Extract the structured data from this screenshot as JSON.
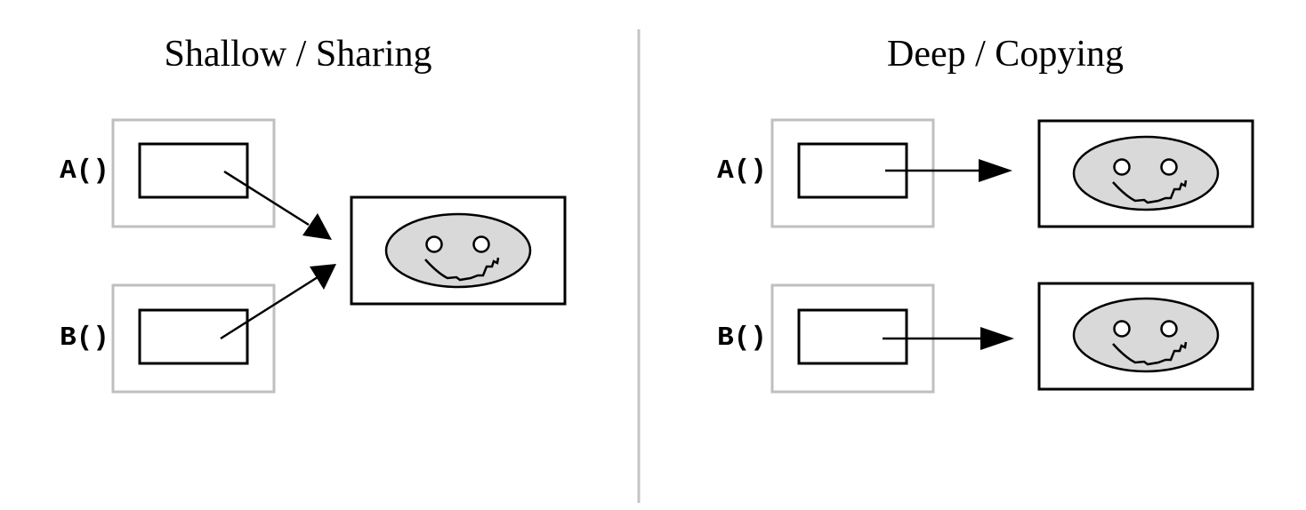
{
  "left_panel": {
    "title": "Shallow / Sharing",
    "labels": [
      "A()",
      "B()"
    ]
  },
  "right_panel": {
    "title": "Deep / Copying",
    "labels": [
      "A()",
      "B()"
    ]
  },
  "colors": {
    "outline": "#000000",
    "frame_gray": "#bfbfbf",
    "face_fill": "#d9d9d9",
    "divider": "#c4c4c4"
  }
}
